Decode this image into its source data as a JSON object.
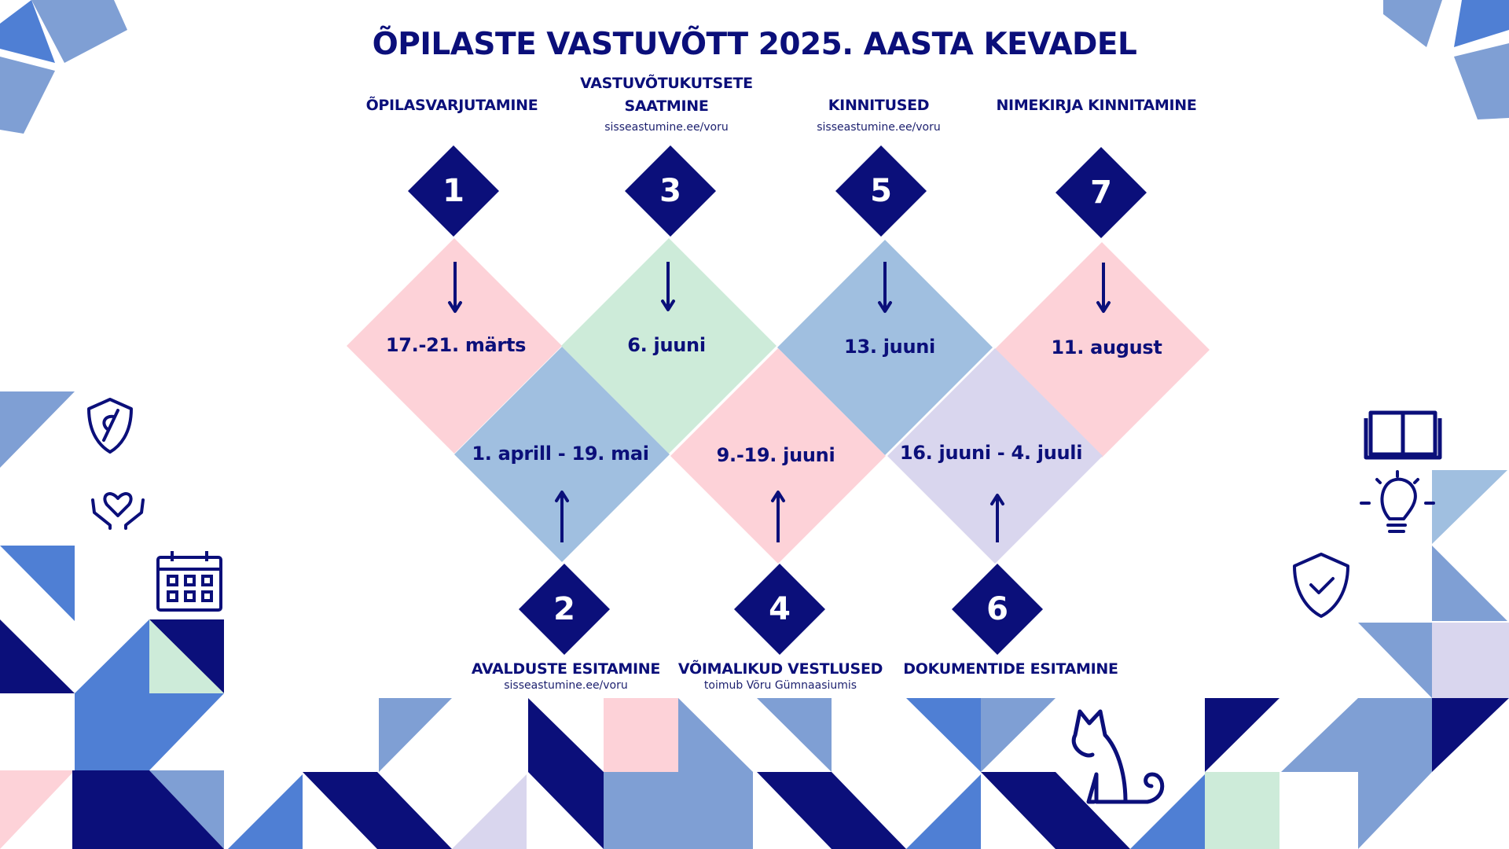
{
  "title": "ÕPILASTE VASTUVÕTT 2025. AASTA KEVADEL",
  "colors": {
    "navy": "#0b0f7a",
    "pink": "#fdd2d8",
    "green": "#cdebd9",
    "blue": "#a0bfe0",
    "lavender": "#d9d6ee",
    "mid_blue": "#7f9fd4",
    "royal_blue": "#4f7fd4"
  },
  "steps": [
    {
      "number": "1",
      "label": "ÕPILASVARJUTAMINE",
      "date": "17.-21. märts"
    },
    {
      "number": "2",
      "label": "AVALDUSTE ESITAMINE",
      "sub": "sisseastumine.ee/voru",
      "date": "1. aprill - 19. mai"
    },
    {
      "number": "3",
      "label_line1": "VASTUVÕTUKUTSETE",
      "label_line2": "SAATMINE",
      "sub": "sisseastumine.ee/voru",
      "date": "6. juuni"
    },
    {
      "number": "4",
      "label": "VÕIMALIKUD VESTLUSED",
      "sub": "toimub Võru Gümnaasiumis",
      "date": "9.-19. juuni"
    },
    {
      "number": "5",
      "label": "KINNITUSED",
      "sub": "sisseastumine.ee/voru",
      "date": "13. juuni"
    },
    {
      "number": "6",
      "label": "DOKUMENTIDE ESITAMINE",
      "date": "16. juuni - 4. juuli"
    },
    {
      "number": "7",
      "label": "NIMEKIRJA KINNITAMINE",
      "date": "11. august"
    }
  ],
  "icons": [
    "shield-feather-icon",
    "heart-hands-icon",
    "calendar-icon",
    "book-icon",
    "lightbulb-icon",
    "shield-check-icon",
    "cat-icon"
  ]
}
